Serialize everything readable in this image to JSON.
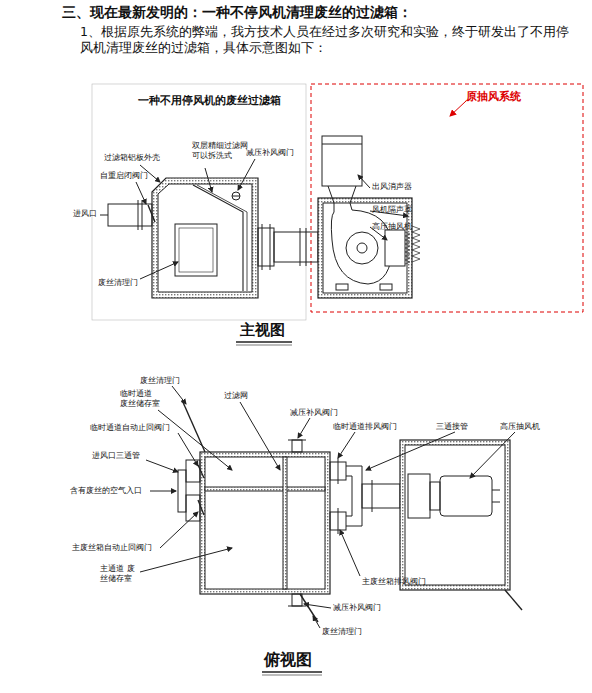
{
  "diagram": {
    "title": "三、现在最新发明的：一种不停风机清理废丝的过滤箱：",
    "labels": [
      "1、根据原先系统的弊端，我方技术人员在经过多次研究和实验，终于研发出了不用停风机清理废丝的过滤箱，具体示意图如下：",
      "一种不用停风机的废丝过滤箱",
      "原抽风系统",
      "过滤箱铝板外壳",
      "双层精细过滤网 可以拆洗式",
      "减压补风阀门",
      "自重启闭阀门",
      "进风口",
      "废丝清理门",
      "出风消声器",
      "风机隔声罩",
      "高压抽风机",
      "主视图",
      "废丝清理门",
      "过滤网",
      "临时通道 废丝储存室",
      "临时通道自动止回阀门",
      "减压补风阀门",
      "临时通道排风阀门",
      "三通接管",
      "高压抽风机",
      "进风口三通管",
      "含有废丝的空气入口",
      "主废丝箱自动止回阀门",
      "主通道 废丝储存室",
      "主废丝箱排风阀门",
      "减压补风阀门",
      "废丝清理门",
      "俯视图"
    ]
  }
}
